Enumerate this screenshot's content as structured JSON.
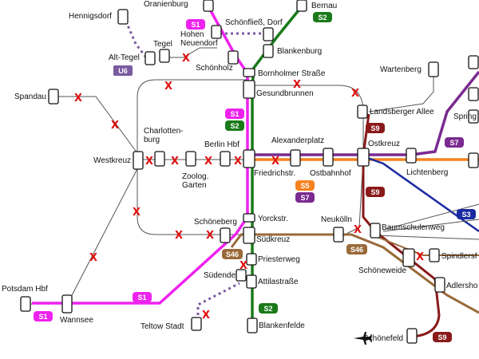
{
  "colors": {
    "ring": "#555555",
    "s1": "#ee22ee",
    "s2": "#1a7a1a",
    "s46": "#9a6a3a",
    "s5": "#f58220",
    "s7": "#7a2a90",
    "s9": "#8a1a1a",
    "s3": "#1a2aa0",
    "u6": "#7a5aa0",
    "cross": "#e01010",
    "station_fill": "#ffffff",
    "station_stroke": "#111111"
  },
  "cross_symbol": "X",
  "airport_icon": "airplane-icon",
  "stations": {
    "oranienburg": "Oranienburg",
    "bernau": "Bernau",
    "hennigsdorf": "Hennigsdorf",
    "schoenfliess": "Schönfließ, Dorf",
    "hohen_neuendorf": "Hohen\nNeuendorf",
    "tegel": "Tegel",
    "alt_tegel": "Alt-Tegel",
    "blankenburg": "Blankenburg",
    "schoenholz": "Schönholz",
    "bornholmer": "Bornholmer Straße",
    "gesundbrunnen": "Gesundbrunnen",
    "wartenberg": "Wartenberg",
    "spandau": "Spandau",
    "landsberger": "Landsberger Allee",
    "spring": "Spring",
    "charlottenburg": "Charlotten-\nburg",
    "berlin_hbf": "Berlin Hbf",
    "alexanderplatz": "Alexanderplatz",
    "ostkreuz": "Ostkreuz",
    "westkreuz": "Westkreuz",
    "zoo": "Zoolog.\nGarten",
    "friedrichstr": "Friedrichstr.",
    "ostbahnhof": "Ostbahnhof",
    "lichtenberg": "Lichtenberg",
    "schoeneberg": "Schöneberg",
    "yorckstr": "Yorckstr.",
    "neukoelln": "Neukölln",
    "baumschulenweg": "Baumschulenweg",
    "suedkreuz": "Südkreuz",
    "schoeneweide": "Schöneweide",
    "spindlersfeld": "Spindlersf",
    "priesterweg": "Priesterweg",
    "suedende": "Südende",
    "attilastr": "Attilastraße",
    "adlershof": "Adlersho",
    "potsdam": "Potsdam Hbf",
    "wannsee": "Wannsee",
    "teltow": "Teltow Stadt",
    "blankenfelde": "Blankenfelde",
    "schoenefeld": "Schönefeld"
  },
  "badges": {
    "s1_north": "S1",
    "s2_north": "S2",
    "u6": "U6",
    "s1_mid": "S1",
    "s2_mid": "S2",
    "s9_mid": "S9",
    "s7_east": "S7",
    "s5": "S5",
    "s7": "S7",
    "s9_low": "S9",
    "s3": "S3",
    "s46": "S46",
    "s46_east": "S46",
    "s1_south": "S1",
    "s2_south": "S2",
    "s1_west": "S1",
    "s9_south": "S9"
  }
}
